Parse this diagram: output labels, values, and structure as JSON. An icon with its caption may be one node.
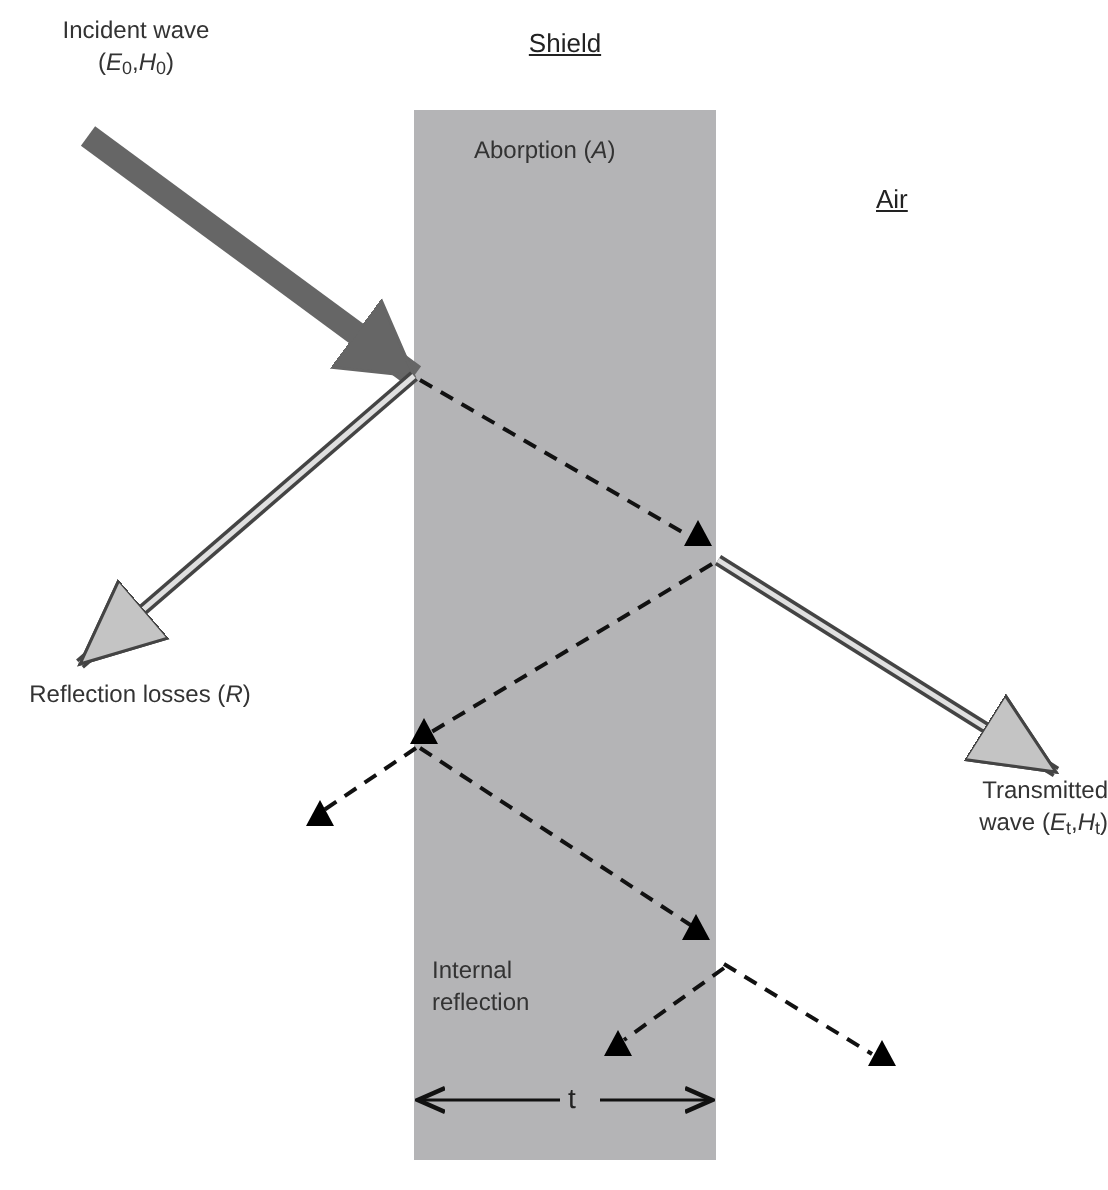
{
  "diagram": {
    "nodes": [
      {
        "text": [
          "Shield",
          "Aborption (*A*)"
        ]
      },
      {
        "text": [
          "Incident wave (*E*$_{0}$,*H*$_{0}$)"
        ]
      },
      {
        "text": [
          "Reflection losses (*R*)"
        ]
      },
      {
        "text": [
          "Transmitted wave (*E*$_{t}$,*H*$_{t}$)"
        ]
      }
    ],
    "edges": [
      {
        "from": 1,
        "to": 0,
        "arrow": "to",
        "style": "thick",
        "color": "#666666"
      },
      {
        "from": 0,
        "to": 2,
        "arrow": "to"
      },
      {
        "from": 0,
        "to": 3,
        "arrow": "to"
      }
    ],
    "labels": [
      "Air",
      "Internal reflection",
      "t"
    ]
  }
}
